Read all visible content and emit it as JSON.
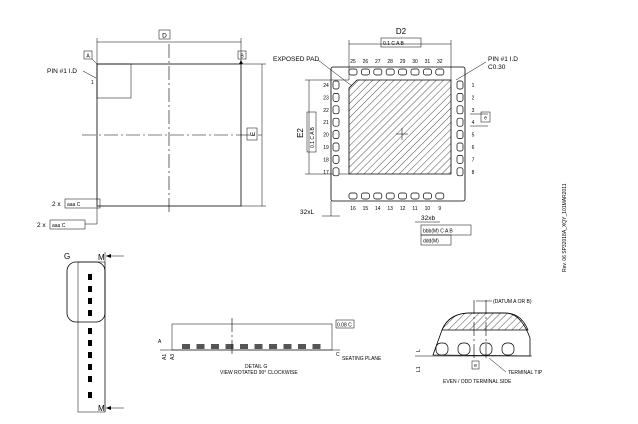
{
  "top_view": {
    "dim_d": "D",
    "dim_e": "E",
    "datum_a": "A",
    "datum_b": "B",
    "pin1": "PIN #1 I.D",
    "pin1_mark": "1",
    "tol1_prefix": "2 x",
    "tol1_box": "aaa C",
    "tol2_prefix": "2 x",
    "tol2_box": "aaa C"
  },
  "bottom_view": {
    "dim_d2": "D2",
    "tol_d2": "0.1 C A B",
    "dim_e2": "E2",
    "tol_e2": "0.1 C A B",
    "exposed_pad": "EXPOSED PAD",
    "pin1_line1": "PIN #1 I.D",
    "pin1_line2": "C0.30",
    "dim_e": "e",
    "pins_top": [
      "25",
      "26",
      "27",
      "28",
      "29",
      "30",
      "31",
      "32"
    ],
    "pins_left": [
      "24",
      "23",
      "22",
      "21",
      "20",
      "19",
      "18",
      "17"
    ],
    "pins_bottom": [
      "16",
      "15",
      "14",
      "13",
      "12",
      "11",
      "10",
      "9"
    ],
    "pins_right": [
      "1",
      "2",
      "3",
      "4",
      "5",
      "6",
      "7",
      "8"
    ],
    "dim_l": "32xL",
    "dim_b": "32xb",
    "tol_b_row1": "bbb(M) C A B",
    "tol_b_row2": "ddd(M)"
  },
  "revision": "Rev. 06 SP32018A_XQY_101MAR2011",
  "side_view": {
    "label_g": "G",
    "label_m_top": "M",
    "label_m_bottom": "M",
    "detail_line1": "DETAIL G",
    "detail_line2": "VIEW ROTATED 90° CLOCKWISE",
    "seating_plane": "SEATING PLANE",
    "tol": "0.08 C",
    "dim_a": "A",
    "dim_a1": "A1",
    "dim_a3": "A3",
    "label_c": "C"
  },
  "terminal_detail": {
    "datum": "(DATUM A OR B)",
    "terminal_tip": "TERMINAL TIP",
    "caption": "EVEN / ODD TERMINAL SIDE",
    "dim_l1": "L1",
    "dim_l": "L",
    "dim_e": "e"
  }
}
